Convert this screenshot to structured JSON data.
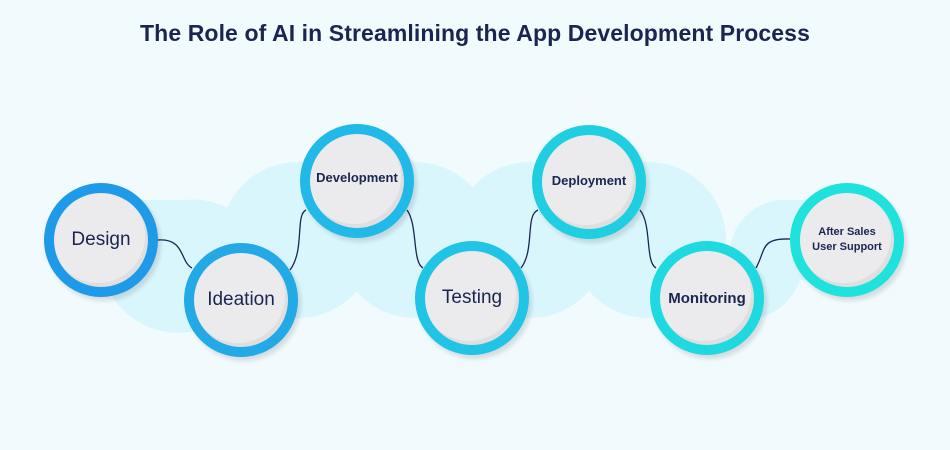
{
  "title": "The Role of AI in Streamlining the App Development Process",
  "steps": [
    {
      "label": "Design",
      "color": "#1e9ae9"
    },
    {
      "label": "Ideation",
      "color": "#22a9e6"
    },
    {
      "label": "Development",
      "color": "#21b9e7"
    },
    {
      "label": "Testing",
      "color": "#20c4e4"
    },
    {
      "label": "Deployment",
      "color": "#1fcfe1"
    },
    {
      "label": "Monitoring",
      "color": "#1fd9e0"
    },
    {
      "label_line1": "After Sales",
      "label_line2": "User Support",
      "color": "#20e2dc"
    }
  ]
}
